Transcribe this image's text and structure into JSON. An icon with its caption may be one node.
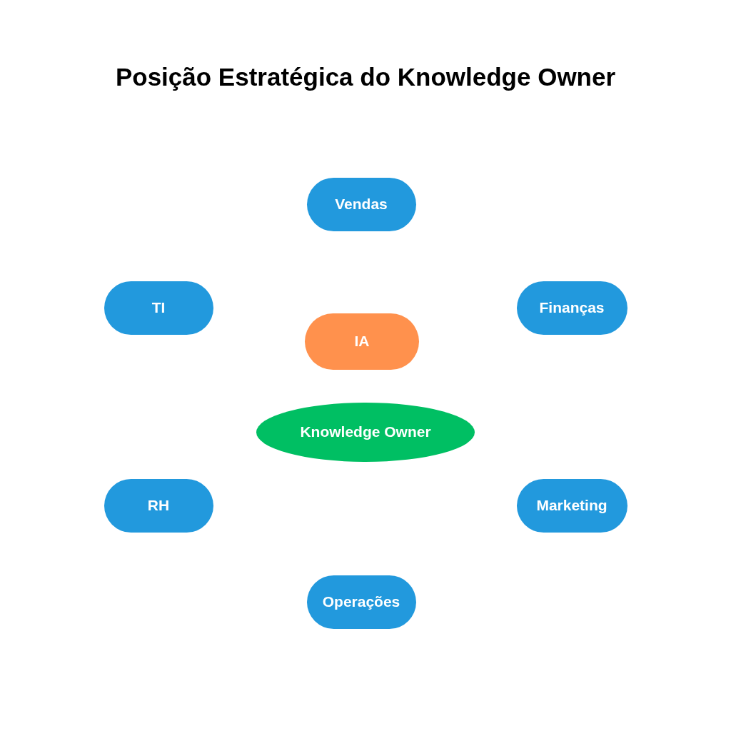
{
  "diagram": {
    "title": "Posição Estratégica do Knowledge Owner",
    "nodes": [
      {
        "text": [
          "Vendas"
        ]
      },
      {
        "text": [
          "TI"
        ]
      },
      {
        "text": [
          "Finanças"
        ]
      },
      {
        "text": [
          "IA"
        ]
      },
      {
        "text": [
          "Knowledge Owner"
        ]
      },
      {
        "text": [
          "RH"
        ]
      },
      {
        "text": [
          "Marketing"
        ]
      },
      {
        "text": [
          "Operações"
        ]
      }
    ]
  }
}
